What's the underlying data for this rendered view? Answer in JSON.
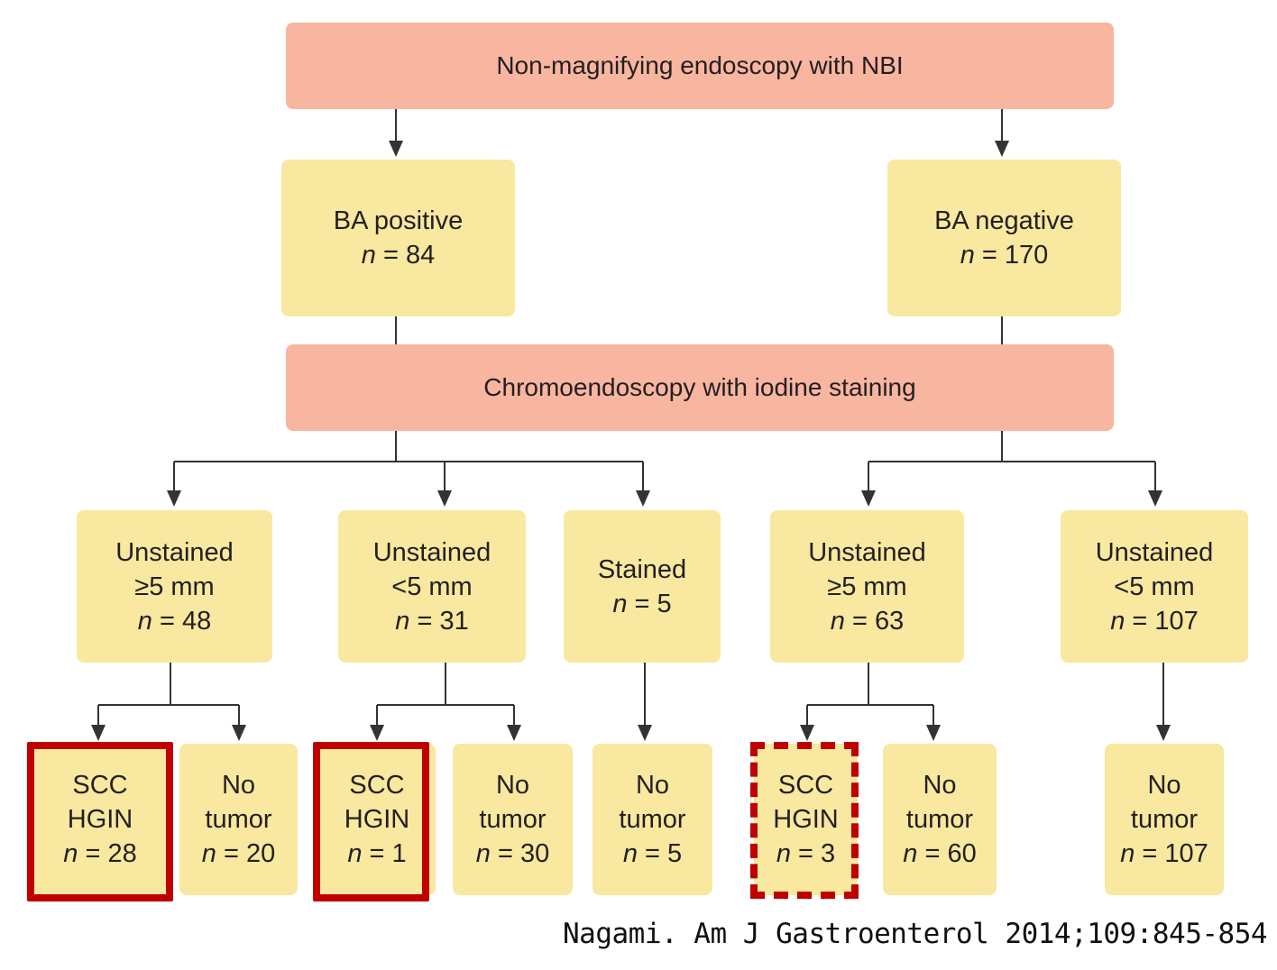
{
  "header": {
    "label": "Non-magnifying endoscopy with NBI"
  },
  "ba_positive": {
    "label": "BA positive",
    "n": "84"
  },
  "ba_negative": {
    "label": "BA negative",
    "n": "170"
  },
  "chromo": {
    "label": "Chromoendoscopy with iodine staining"
  },
  "n_prefix": "n",
  "n_sep": " = ",
  "groups": [
    {
      "line1": "Unstained",
      "line2": "≥5 mm",
      "n": "48"
    },
    {
      "line1": "Unstained",
      "line2": "<5 mm",
      "n": "31"
    },
    {
      "line1": "Stained",
      "n": "5"
    },
    {
      "line1": "Unstained",
      "line2": "≥5 mm",
      "n": "63"
    },
    {
      "line1": "Unstained",
      "line2": "<5 mm",
      "n": "107"
    }
  ],
  "outcomes": [
    {
      "line1": "SCC",
      "line2": "HGIN",
      "n": "28"
    },
    {
      "line1": "No",
      "line2": "tumor",
      "n": "20"
    },
    {
      "line1": "SCC",
      "line2": "HGIN",
      "n": "1"
    },
    {
      "line1": "No",
      "line2": "tumor",
      "n": "30"
    },
    {
      "line1": "No",
      "line2": "tumor",
      "n": "5"
    },
    {
      "line1": "SCC",
      "line2": "HGIN",
      "n": "3"
    },
    {
      "line1": "No",
      "line2": "tumor",
      "n": "60"
    },
    {
      "line1": "No",
      "line2": "tumor",
      "n": "107"
    }
  ],
  "citation": "Nagami. Am J Gastroenterol 2014;109:845-854",
  "colors": {
    "pink": "#f8b5a0",
    "yellow": "#f8e8a0",
    "highlight": "#c00000",
    "line": "#333333"
  }
}
